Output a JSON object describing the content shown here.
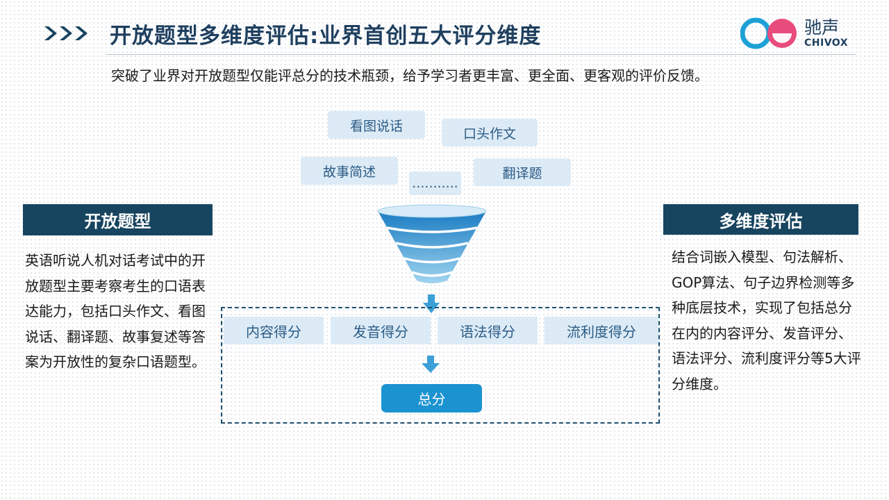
{
  "header": {
    "title": "开放题型多维度评估:业界首创五大评分维度",
    "subtitle": "突破了业界对开放题型仅能评总分的技术瓶颈，给予学习者更丰富、更全面、更客观的评价反馈。",
    "logo": {
      "cn": "驰声",
      "en": "CHIVOX"
    }
  },
  "left_panel": {
    "heading": "开放题型",
    "body": "英语听说人机对话考试中的开放题型主要考察考生的口语表达能力，包括口头作文、看图说话、翻译题、故事复述等答案为开放性的复杂口语题型。"
  },
  "right_panel": {
    "heading": "多维度评估",
    "body": "结合词嵌入模型、句法解析、GOP算法、句子边界检测等多种底层技术，实现了包括总分在内的内容评分、发音评分、语法评分、流利度评分等5大评分维度。"
  },
  "question_types": [
    "看图说话",
    "口头作文",
    "故事简述",
    "...........",
    "翻译题"
  ],
  "scores": [
    "内容得分",
    "发音得分",
    "语法得分",
    "流利度得分"
  ],
  "total": "总分",
  "colors": {
    "navy": "#17445f",
    "title": "#1f3f5f",
    "accent_blue": "#1c93d1",
    "chip_bg": "#d6e8f4",
    "chip_text": "#2c5b85",
    "logo_blue": "#1da1d6",
    "logo_pink": "#e84c7d"
  }
}
